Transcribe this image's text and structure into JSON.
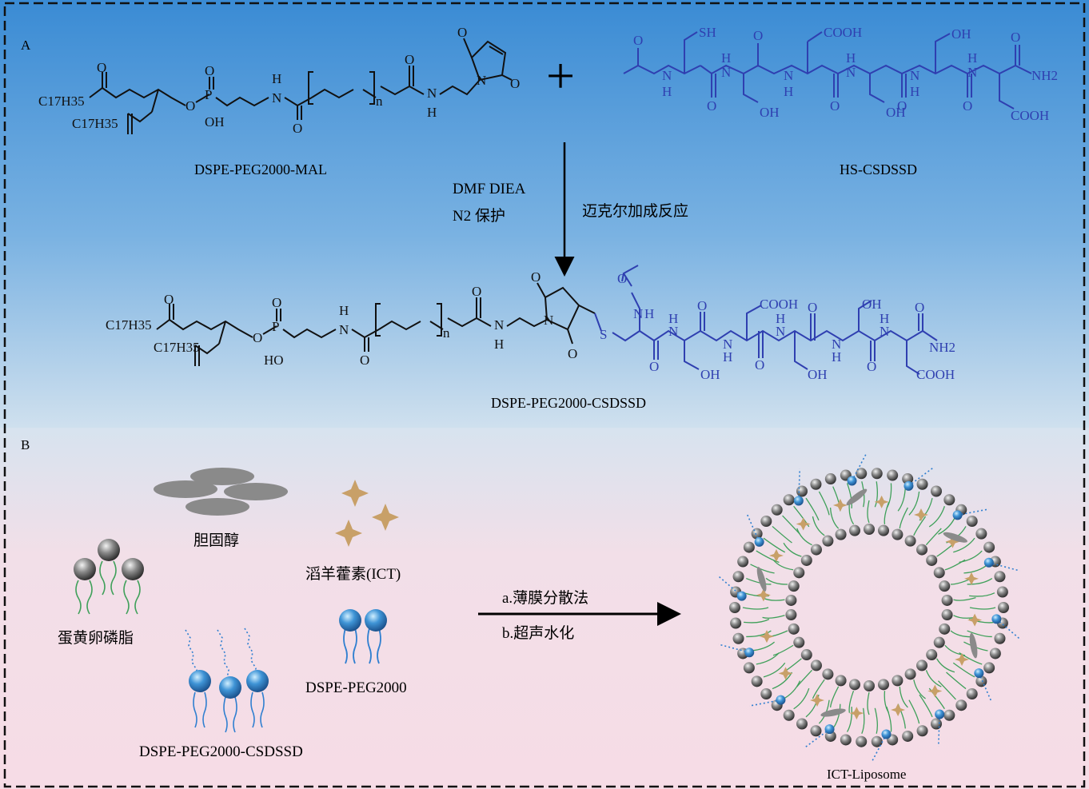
{
  "panel_a": {
    "label": "A",
    "reactant1": {
      "name": "DSPE-PEG2000-MAL",
      "atoms": {
        "chain1": "C17H35",
        "chain2": "C17H35",
        "p": "P",
        "oh": "OH",
        "nh": "H",
        "n": "N",
        "peg_n": "n",
        "o": "O"
      }
    },
    "plus": "+",
    "reactant2": {
      "name": "HS-CSDSSD",
      "atoms": {
        "sh": "SH",
        "cooh": "COOH",
        "oh": "OH",
        "nh2": "NH2",
        "h": "H",
        "n": "N",
        "o": "O"
      }
    },
    "conditions": {
      "solvent": "DMF  DIEA",
      "atmosphere": "N2 保护",
      "reaction": "迈克尔加成反应"
    },
    "product": {
      "name": "DSPE-PEG2000-CSDSSD",
      "atoms": {
        "s": "S",
        "ho": "HO",
        "peg_n": "n"
      }
    },
    "colors": {
      "peptide": "#2f3fb0",
      "lipid": "#111111",
      "background_top": "#3f8fd6",
      "background_bottom": "#d6e6f3"
    }
  },
  "panel_b": {
    "label": "B",
    "components": {
      "cholesterol": "胆固醇",
      "icg": "滔羊藿素(ICT)",
      "lecithin": "蛋黄卵磷脂",
      "dspe_peg_cs": "DSPE-PEG2000-CSDSSD",
      "dspe_peg": "DSPE-PEG2000"
    },
    "method": {
      "step_a": "a.薄膜分散法",
      "step_b": "b.超声水化"
    },
    "product": "ICT-Liposome",
    "colors": {
      "lipid_head": "#6e6e6e",
      "peg_head": "#3f94d6",
      "tail": "#3fa05a",
      "ict": "#c8a068",
      "cholesterol": "#8a8a8a",
      "background": "#f4dfe7"
    }
  }
}
